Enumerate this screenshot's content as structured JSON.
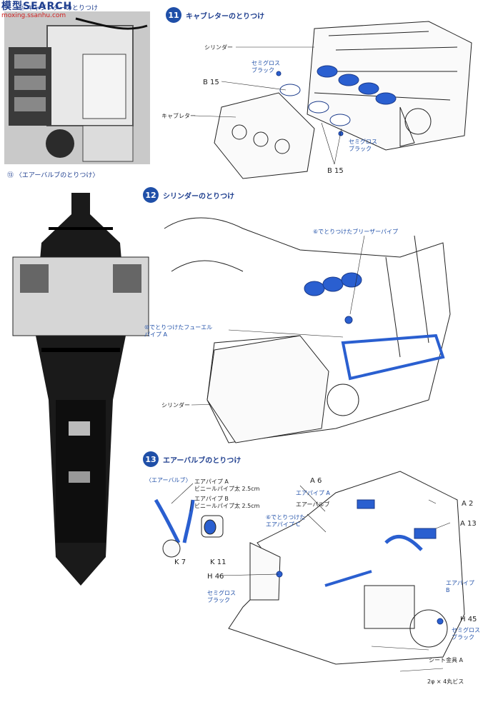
{
  "watermark": {
    "logo": "模型SEARCH",
    "url": "moxing.ssanhu.com"
  },
  "photo_captions": {
    "top": "⑪ キャブレターのとりつけ",
    "step13": "⑬ 〈エアーバルブのとりつけ〉"
  },
  "step11": {
    "number": "11",
    "title": "キャブレターのとりつけ",
    "labels": {
      "cylinder": "シリンダー",
      "semigloss_black_1": "セミグロス\nブラック",
      "b15_left": "B 15",
      "carburetor": "キャブレター",
      "semigloss_black_2": "セミグロス\nブラック",
      "b15_bottom": "B 15"
    }
  },
  "step12": {
    "number": "12",
    "title": "シリンダーのとりつけ",
    "labels": {
      "breather_pipe": "⑥でとりつけたブリーザーパイプ",
      "fuel_pipe": "⑩でとりつけたフューエル\nパイプ A",
      "cylinder": "シリンダー"
    }
  },
  "step13": {
    "number": "13",
    "title": "エアーバルブのとりつけ",
    "labels": {
      "air_valve": "〈エアーバルブ〉",
      "air_pipe_a": "エアパイプ A\nビニールパイプ太 2.5cm",
      "air_pipe_b": "エアパイプ B\nビニールパイプ太 2.5cm",
      "k7": "K 7",
      "k11": "K 11",
      "a6": "A 6",
      "air_pipe_a_2": "エアパイプ A",
      "air_valve_2": "エアーバルブ",
      "air_pipe_c": "⑥でとりつけた\nエアパイプ C",
      "a2": "A 2",
      "a13": "A 13",
      "h46": "H 46",
      "semigloss_black_3": "セミグロス\nブラック",
      "air_pipe_b_2": "エアパイプ\nB",
      "h45": "H 45",
      "semigloss_black_4": "セミグロス\nブラック",
      "seat_bracket": "シート金具 A",
      "screw": "2φ × 4丸ビス"
    }
  },
  "colors": {
    "accent": "#1f4fa8",
    "line": "#222222"
  }
}
